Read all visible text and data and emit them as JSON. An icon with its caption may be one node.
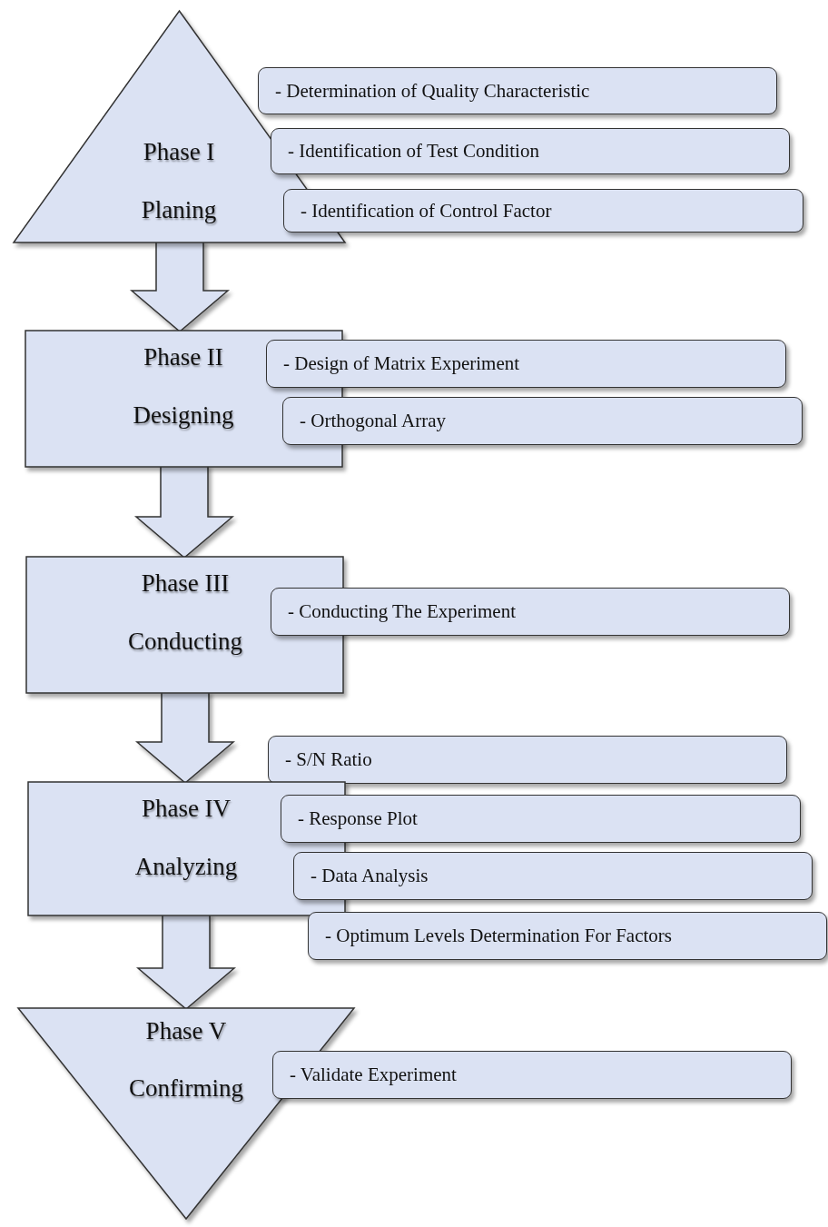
{
  "diagram": {
    "nodes": [
      {
        "text": [
          "Phase I",
          "Planing"
        ]
      },
      {
        "text": [
          "- Determination of Quality Characteristic"
        ]
      },
      {
        "text": [
          "- Identification of Test Condition"
        ]
      },
      {
        "text": [
          "- Identification of Control Factor"
        ]
      },
      {
        "text": [
          "Phase II",
          "Designing"
        ]
      },
      {
        "text": [
          "- Design of Matrix Experiment"
        ]
      },
      {
        "text": [
          "- Orthogonal Array"
        ]
      },
      {
        "text": [
          "Phase III",
          "Conducting"
        ]
      },
      {
        "text": [
          "- Conducting The Experiment"
        ]
      },
      {
        "text": [
          "- S/N Ratio"
        ]
      },
      {
        "text": [
          "Phase IV",
          "Analyzing"
        ]
      },
      {
        "text": [
          "- Response Plot"
        ]
      },
      {
        "text": [
          "- Data Analysis"
        ]
      },
      {
        "text": [
          "- Optimum Levels Determination For Factors"
        ]
      },
      {
        "text": [
          "Phase V",
          "Confirming"
        ]
      },
      {
        "text": [
          "- Validate Experiment"
        ]
      }
    ],
    "edges": [
      {
        "from": 0,
        "to": 4,
        "arrow": "to"
      },
      {
        "from": 4,
        "to": 7,
        "arrow": "to"
      },
      {
        "from": 7,
        "to": 10,
        "arrow": "to"
      },
      {
        "from": 10,
        "to": 14,
        "arrow": "to"
      }
    ]
  }
}
